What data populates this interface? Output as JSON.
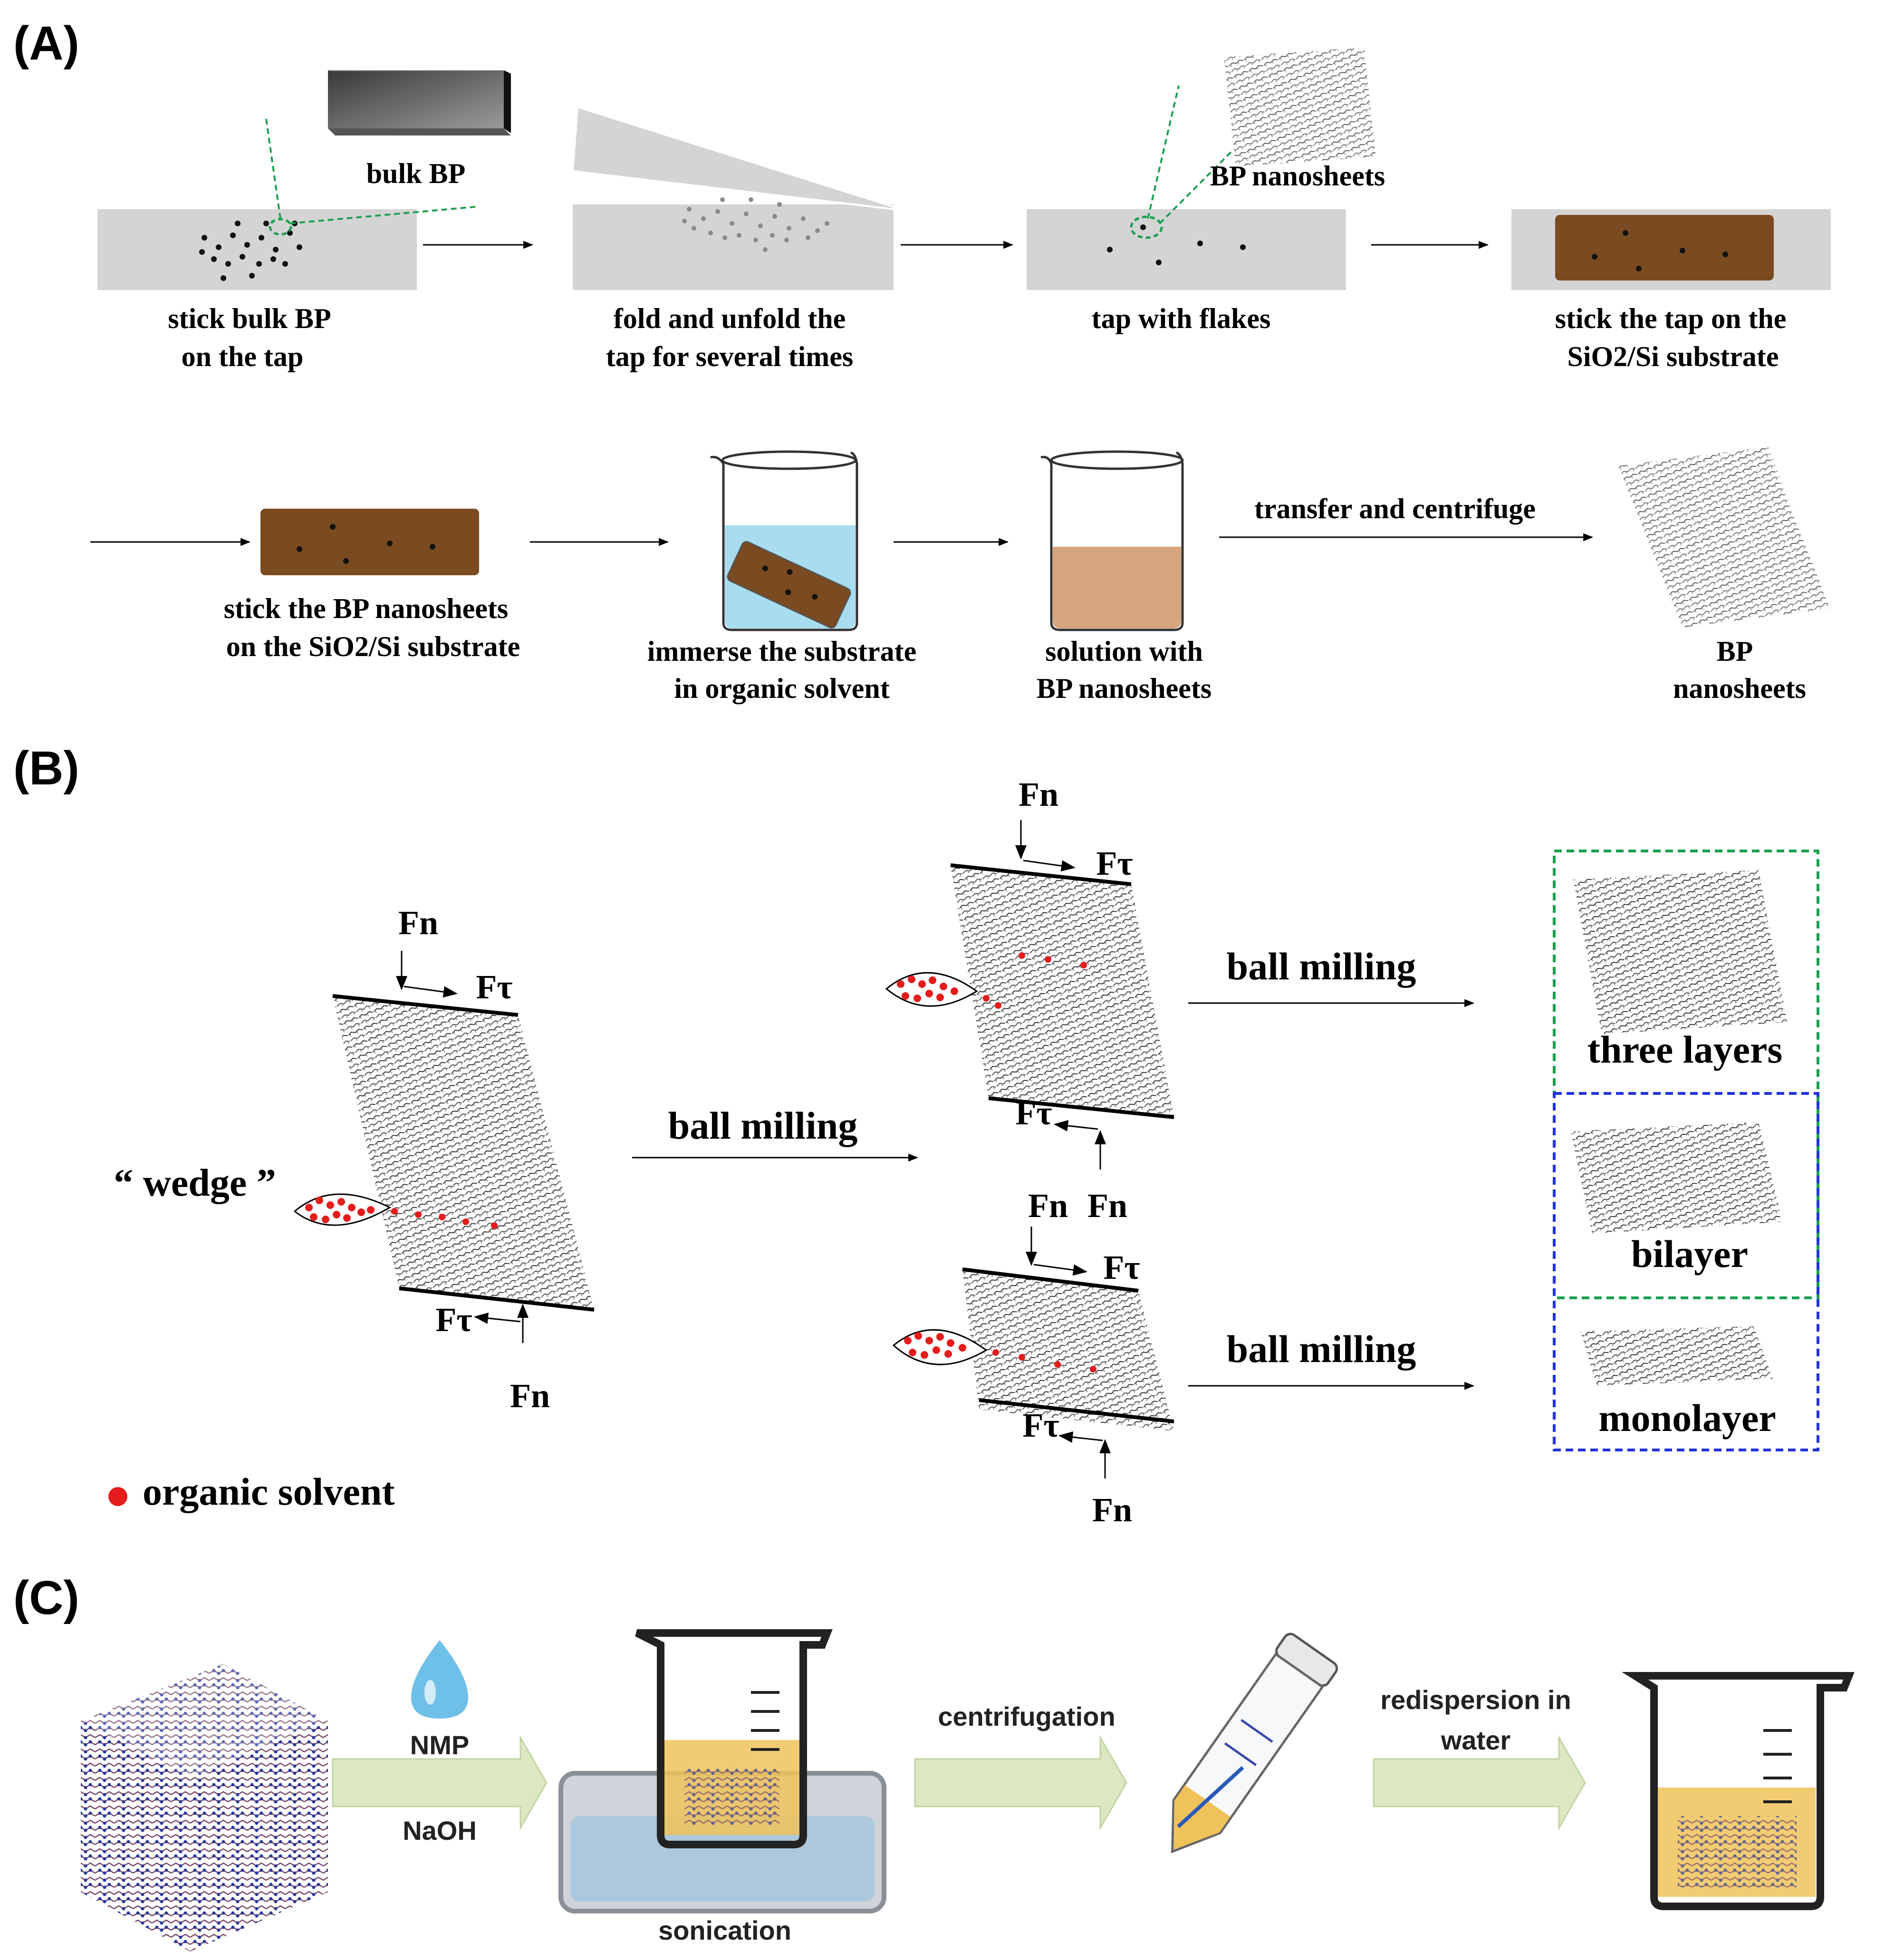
{
  "panel_a": {
    "label": "(A)",
    "bulk_bp": "bulk BP",
    "bp_nanosheets_top": "BP nanosheets",
    "step1": [
      "stick bulk BP",
      "on the tap"
    ],
    "step2": [
      "fold and unfold the",
      "tap for several times"
    ],
    "step3": "tap with flakes",
    "step4": [
      "stick the tap on the",
      "SiO2/Si substrate"
    ],
    "step5": [
      "stick the BP nanosheets",
      "on the SiO2/Si substrate"
    ],
    "step6": [
      "immerse the substrate",
      "in organic solvent"
    ],
    "step7": [
      "solution with",
      "BP nanosheets"
    ],
    "transfer": "transfer and centrifuge",
    "step8": [
      "BP",
      "nanosheets"
    ]
  },
  "panel_b": {
    "label": "(B)",
    "wedge": "“ wedge ”",
    "fn": "Fn",
    "ft": "Fτ",
    "ball_milling": "ball milling",
    "three_layers": "three layers",
    "bilayer": "bilayer",
    "monolayer": "monolayer",
    "legend": "organic solvent"
  },
  "panel_c": {
    "label": "(C)",
    "nmp": "NMP",
    "naoh": "NaOH",
    "sonication": "sonication",
    "centrifugation": "centrifugation",
    "redispersion": [
      "redispersion in",
      "water"
    ]
  },
  "colors": {
    "tape": "#d4d4d4",
    "substrate": "#7a4a20",
    "solvent_blue": "#a8dcee",
    "solution_tan": "#d6a57e",
    "solvent_red": "#e51c1c",
    "green_box": "#1aa050",
    "blue_box": "#2233dd",
    "arrow_green": "#dbe8c2",
    "amber": "#f0c35a"
  }
}
